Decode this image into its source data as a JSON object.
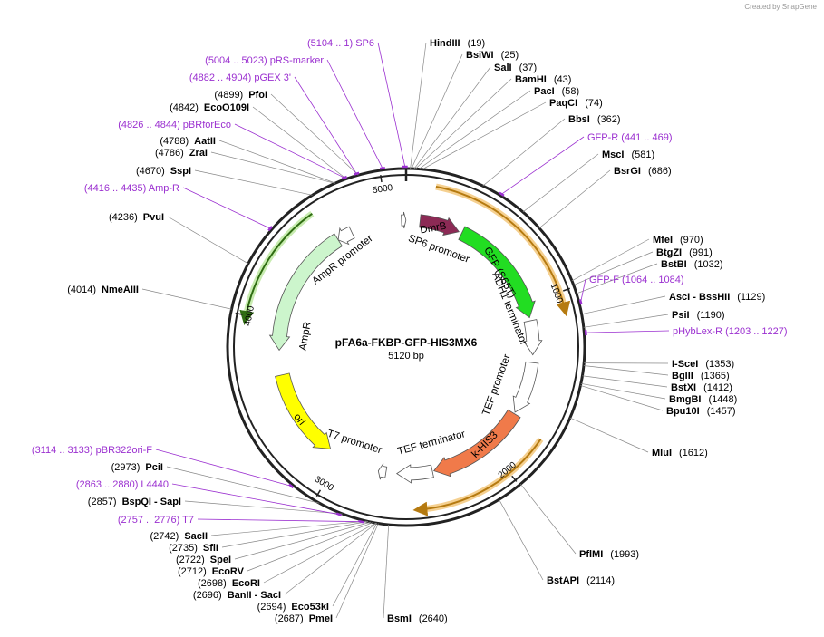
{
  "credit": "Created by SnapGene",
  "plasmid": {
    "name": "pFA6a-FKBP-GFP-HIS3MX6",
    "size_label": "5120 bp",
    "length": 5120
  },
  "ticks": [
    "1000",
    "2000",
    "3000",
    "4000",
    "5000"
  ],
  "sites": [
    {
      "name": "HindIII",
      "pos": "(19)",
      "side": "right"
    },
    {
      "name": "BsiWI",
      "pos": "(25)",
      "side": "right"
    },
    {
      "name": "SalI",
      "pos": "(37)",
      "side": "right"
    },
    {
      "name": "BamHI",
      "pos": "(43)",
      "side": "right"
    },
    {
      "name": "PacI",
      "pos": "(58)",
      "side": "right"
    },
    {
      "name": "PaqCI",
      "pos": "(74)",
      "side": "right"
    },
    {
      "name": "BbsI",
      "pos": "(362)",
      "side": "right"
    },
    {
      "name": "MscI",
      "pos": "(581)",
      "side": "right"
    },
    {
      "name": "BsrGI",
      "pos": "(686)",
      "side": "right"
    },
    {
      "name": "MfeI",
      "pos": "(970)",
      "side": "right"
    },
    {
      "name": "BtgZI",
      "pos": "(991)",
      "side": "right"
    },
    {
      "name": "BstBI",
      "pos": "(1032)",
      "side": "right"
    },
    {
      "name": "AscI  -  BssHII",
      "pos": "(1129)",
      "side": "right"
    },
    {
      "name": "PsiI",
      "pos": "(1190)",
      "side": "right"
    },
    {
      "name": "I-SceI",
      "pos": "(1353)",
      "side": "right"
    },
    {
      "name": "BglII",
      "pos": "(1365)",
      "side": "right"
    },
    {
      "name": "BstXI",
      "pos": "(1412)",
      "side": "right"
    },
    {
      "name": "BmgBI",
      "pos": "(1448)",
      "side": "right"
    },
    {
      "name": "Bpu10I",
      "pos": "(1457)",
      "side": "right"
    },
    {
      "name": "MluI",
      "pos": "(1612)",
      "side": "right"
    },
    {
      "name": "PflMI",
      "pos": "(1993)",
      "side": "right"
    },
    {
      "name": "BstAPI",
      "pos": "(2114)",
      "side": "right"
    },
    {
      "name": "BsmI",
      "pos": "(2640)",
      "side": "right"
    },
    {
      "name": "PmeI",
      "pos": "(2687)",
      "side": "left"
    },
    {
      "name": "Eco53kI",
      "pos": "(2694)",
      "side": "left"
    },
    {
      "name": "BanII  -  SacI",
      "pos": "(2696)",
      "side": "left"
    },
    {
      "name": "EcoRI",
      "pos": "(2698)",
      "side": "left"
    },
    {
      "name": "EcoRV",
      "pos": "(2712)",
      "side": "left"
    },
    {
      "name": "SpeI",
      "pos": "(2722)",
      "side": "left"
    },
    {
      "name": "SfiI",
      "pos": "(2735)",
      "side": "left"
    },
    {
      "name": "SacII",
      "pos": "(2742)",
      "side": "left"
    },
    {
      "name": "BspQI  -  SapI",
      "pos": "(2857)",
      "side": "left"
    },
    {
      "name": "PciI",
      "pos": "(2973)",
      "side": "left"
    },
    {
      "name": "NmeAIII",
      "pos": "(4014)",
      "side": "left"
    },
    {
      "name": "PvuI",
      "pos": "(4236)",
      "side": "left"
    },
    {
      "name": "SspI",
      "pos": "(4670)",
      "side": "left"
    },
    {
      "name": "ZraI",
      "pos": "(4786)",
      "side": "left"
    },
    {
      "name": "AatII",
      "pos": "(4788)",
      "side": "left"
    },
    {
      "name": "EcoO109I",
      "pos": "(4842)",
      "side": "left"
    },
    {
      "name": "PfoI",
      "pos": "(4899)",
      "side": "left"
    }
  ],
  "primers": [
    {
      "text": "(5104 .. 1)  SP6"
    },
    {
      "text": "(5004 .. 5023)  pRS-marker"
    },
    {
      "text": "(4882 .. 4904)  pGEX 3'"
    },
    {
      "text": "(4826 .. 4844)  pBRforEco"
    },
    {
      "text": "GFP-R    (441 .. 469)"
    },
    {
      "text": "GFP-F    (1064 .. 1084)"
    },
    {
      "text": "pHybLex-R    (1203 .. 1227)"
    },
    {
      "text": "(4416 .. 4435)  Amp-R"
    },
    {
      "text": "(3114 .. 3133)  pBR322ori-F"
    },
    {
      "text": "(2863 .. 2880)  L4440"
    },
    {
      "text": "(2757 .. 2776)  T7"
    }
  ],
  "features": [
    {
      "label": "DmrB",
      "color": "#8c2a55"
    },
    {
      "label": "GFP (S65T)",
      "color": "#22dd22"
    },
    {
      "label": "ADH1 terminator",
      "color": "#ffffff"
    },
    {
      "label": "TEF promoter",
      "color": "#ffffff"
    },
    {
      "label": "k-HIS3",
      "color": "#f07a4a"
    },
    {
      "label": "TEF terminator",
      "color": "#ffffff"
    },
    {
      "label": "T7 promoter",
      "color": "#ffffff"
    },
    {
      "label": "ori",
      "color": "#ffff00"
    },
    {
      "label": "AmpR",
      "color": "#ccf5cc"
    },
    {
      "label": "AmpR promoter",
      "color": "#ffffff"
    },
    {
      "label": "SP6 promoter",
      "color": "#ffffff"
    }
  ],
  "colors": {
    "primer": "#9b30d0",
    "orf_orange": "#e8a020",
    "orf_green": "#3a8a1a",
    "backbone": "#222222"
  }
}
